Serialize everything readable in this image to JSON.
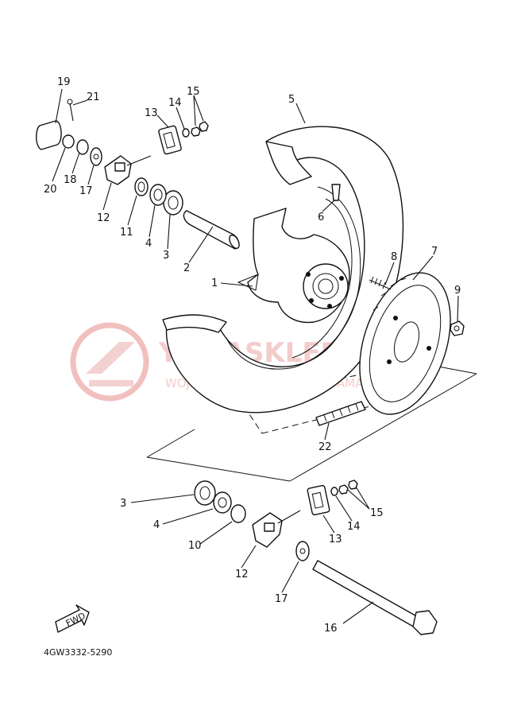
{
  "diagram": {
    "code": "4GW3332-5290",
    "fwd_label": "FWD",
    "watermark": {
      "line1": "YAMASKLEP",
      "line2": "WOJCIECHOWICZ | DEALER YAMAHA"
    },
    "callouts": [
      {
        "id": "c19",
        "label": "19"
      },
      {
        "id": "c21",
        "label": "21"
      },
      {
        "id": "c13a",
        "label": "13"
      },
      {
        "id": "c14a",
        "label": "14"
      },
      {
        "id": "c15a",
        "label": "15"
      },
      {
        "id": "c5",
        "label": "5"
      },
      {
        "id": "c20",
        "label": "20"
      },
      {
        "id": "c18",
        "label": "18"
      },
      {
        "id": "c17a",
        "label": "17"
      },
      {
        "id": "c12a",
        "label": "12"
      },
      {
        "id": "c11",
        "label": "11"
      },
      {
        "id": "c4a",
        "label": "4"
      },
      {
        "id": "c3a",
        "label": "3"
      },
      {
        "id": "c2",
        "label": "2"
      },
      {
        "id": "c6",
        "label": "6"
      },
      {
        "id": "c8",
        "label": "8"
      },
      {
        "id": "c7",
        "label": "7"
      },
      {
        "id": "c1",
        "label": "1"
      },
      {
        "id": "c9",
        "label": "9"
      },
      {
        "id": "c22",
        "label": "22"
      },
      {
        "id": "c3b",
        "label": "3"
      },
      {
        "id": "c4b",
        "label": "4"
      },
      {
        "id": "c10",
        "label": "10"
      },
      {
        "id": "c12b",
        "label": "12"
      },
      {
        "id": "c13b",
        "label": "13"
      },
      {
        "id": "c14b",
        "label": "14"
      },
      {
        "id": "c15b",
        "label": "15"
      },
      {
        "id": "c17b",
        "label": "17"
      },
      {
        "id": "c16",
        "label": "16"
      }
    ]
  }
}
